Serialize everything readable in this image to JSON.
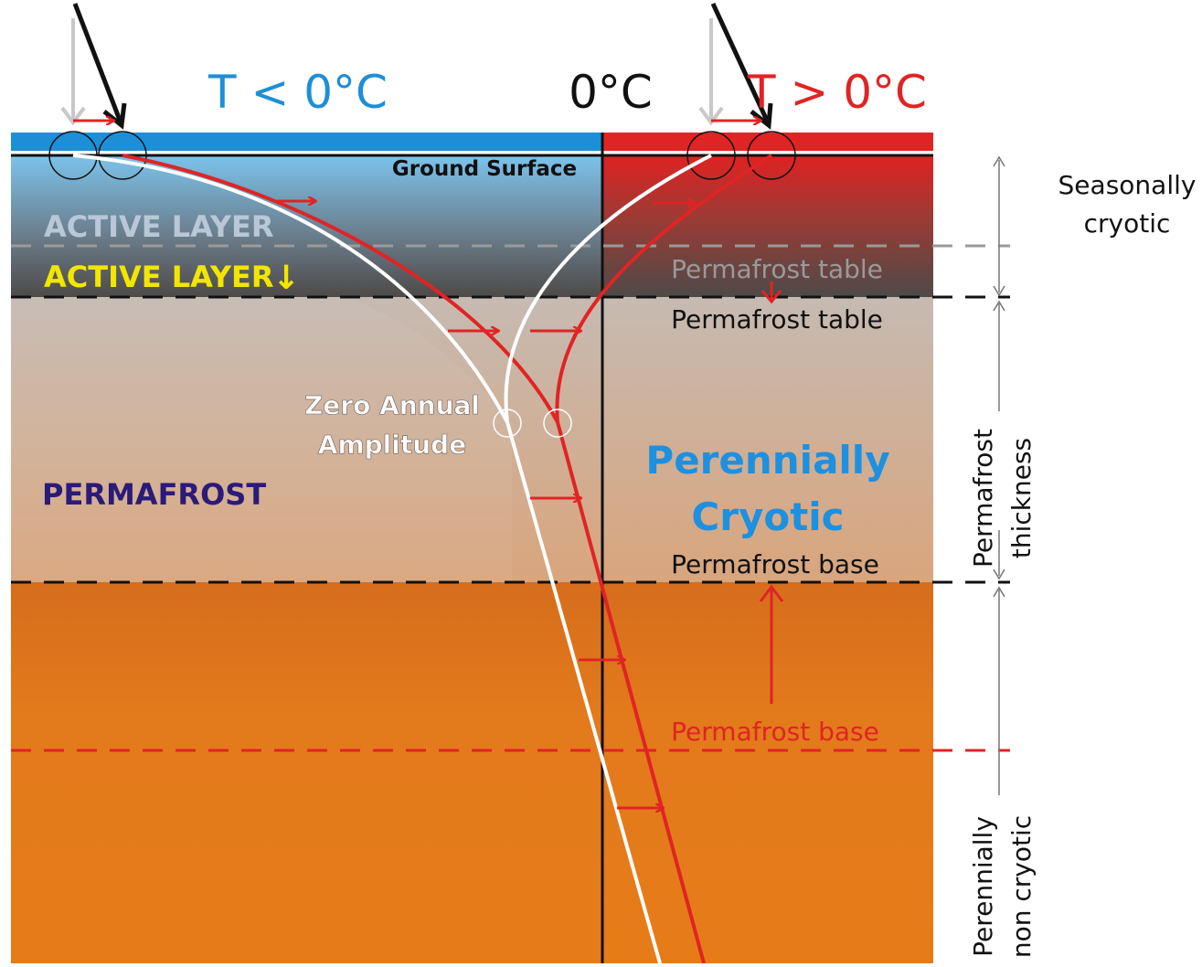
{
  "header": {
    "temp_below_zero": "T < 0°C",
    "temp_zero": "0°C",
    "temp_above_zero": "T > 0°C"
  },
  "labels": {
    "ground_surface": "Ground Surface",
    "active_layer_initial": "ACTIVE LAYER",
    "active_layer_deepened": "ACTIVE LAYER",
    "active_layer_arrow": "↓",
    "permafrost": "PERMAFROST",
    "zero_annual_amplitude_line1": "Zero Annual",
    "zero_annual_amplitude_line2": "Amplitude",
    "permafrost_table_initial": "Permafrost table",
    "permafrost_table_current": "Permafrost table",
    "perennially_cryotic_line1": "Perennially",
    "perennially_cryotic_line2": "Cryotic",
    "permafrost_base_initial": "Permafrost base",
    "permafrost_base_current": "Permafrost base"
  },
  "side_labels": {
    "seasonally_cryotic_line1": "Seasonally",
    "seasonally_cryotic_line2": "cryotic",
    "permafrost_thickness_line1": "Permafrost",
    "permafrost_thickness_line2": "thickness",
    "perennially_non_cryotic_line1": "Perennially",
    "perennially_non_cryotic_line2": "non cryotic"
  },
  "colors": {
    "cold": "#1e8fd6",
    "warm": "#e02424",
    "active_layer_text": "#b9c7d6",
    "active_layer_deep_text": "#f2e600",
    "permafrost_text": "#2a1a7a",
    "cryotic_text": "#1e90e0",
    "sediment": "#e27a1c"
  }
}
